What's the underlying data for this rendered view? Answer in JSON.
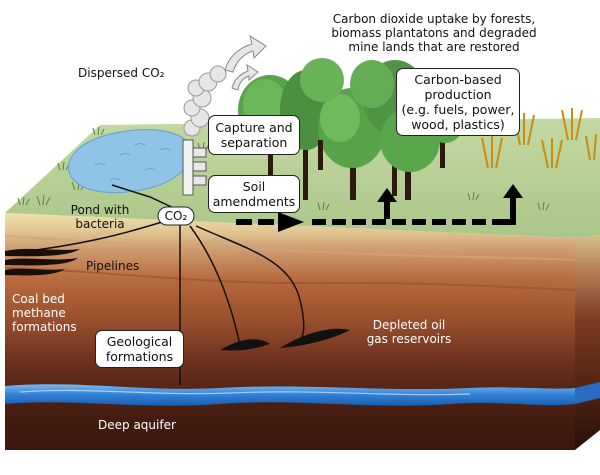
{
  "labels": {
    "dispersed_co2": "Dispersed CO₂",
    "uptake": [
      "Carbon dioxide uptake by forests,",
      "biomass plantatons and degraded",
      "mine lands that are restored"
    ],
    "pond": [
      "Pond with",
      "bacteria"
    ],
    "co2": "CO₂",
    "pipelines": "Pipelines",
    "coal_bed": [
      "Coal bed",
      "methane",
      "formations"
    ],
    "depleted": [
      "Depleted oil",
      "gas reservoirs"
    ],
    "deep_aquifer": "Deep aquifer"
  },
  "boxes": {
    "capture": [
      "Capture and",
      "separation"
    ],
    "soil": [
      "Soil",
      "amendments"
    ],
    "carbon_based": [
      "Carbon-based",
      "production",
      "(e.g. fuels, power,",
      "wood, plastics)"
    ],
    "geological": [
      "Geological",
      "formations"
    ]
  },
  "colors": {
    "grass": "#b5cf92",
    "soil_top": "#e8d6a0",
    "sand": "#d9b07c",
    "brown": "#9a4f2c",
    "deep_brown": "#4a1f10",
    "aquifer": "#2f7fd6",
    "pond": "#8fc4e6",
    "tree": "#4f9a45",
    "wheat": "#e0a826"
  }
}
